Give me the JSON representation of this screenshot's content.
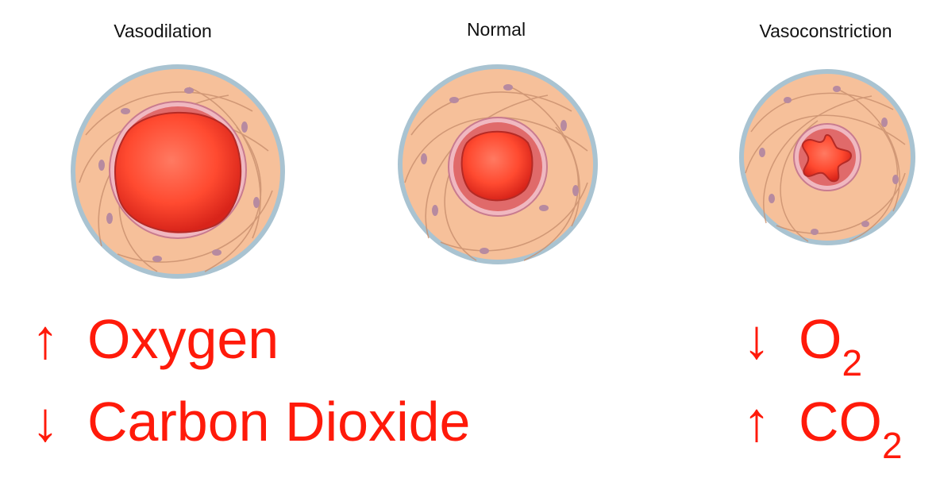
{
  "labels": {
    "vasodilation": "Vasodilation",
    "normal": "Normal",
    "vasoconstriction": "Vasoconstriction"
  },
  "left_effects": [
    {
      "arrow": "↑",
      "text": "Oxygen"
    },
    {
      "arrow": "↓",
      "text": "Carbon Dioxide"
    }
  ],
  "right_effects": [
    {
      "arrow": "↓",
      "text": "O",
      "sub": "2"
    },
    {
      "arrow": "↑",
      "text": "CO",
      "sub": "2"
    }
  ],
  "colors": {
    "effect_text": "#ff1a0a",
    "vessel_wall": "#f6c09a",
    "lumen": "#ff3a22",
    "outline": "#a9c3d1"
  }
}
